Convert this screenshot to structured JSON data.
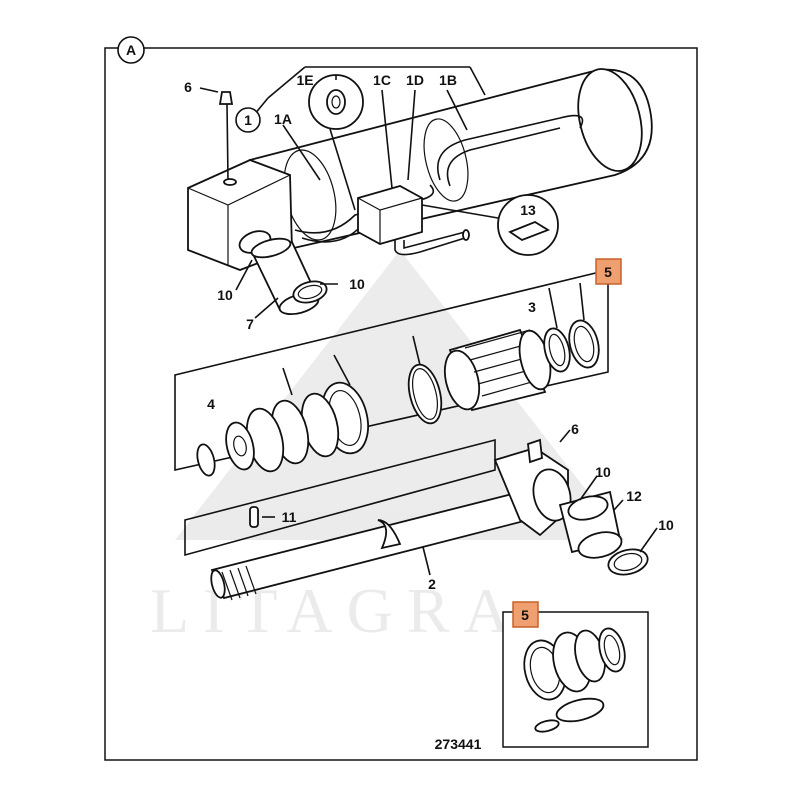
{
  "diagram": {
    "view_label": "A",
    "drawing_number": "273441",
    "watermark": "LITAGRA",
    "highlight_color": "#f0a070",
    "callouts": {
      "c1": "1",
      "c1a": "1A",
      "c1b": "1B",
      "c1c": "1C",
      "c1d": "1D",
      "c1e": "1E",
      "c2": "2",
      "c3": "3",
      "c4": "4",
      "c5_top": "5",
      "c5_inset": "5",
      "c6_top": "6",
      "c6_right": "6",
      "c7": "7",
      "c10_a": "10",
      "c10_b": "10",
      "c10_c": "10",
      "c10_d": "10",
      "c11": "11",
      "c12": "12",
      "c13": "13"
    }
  }
}
